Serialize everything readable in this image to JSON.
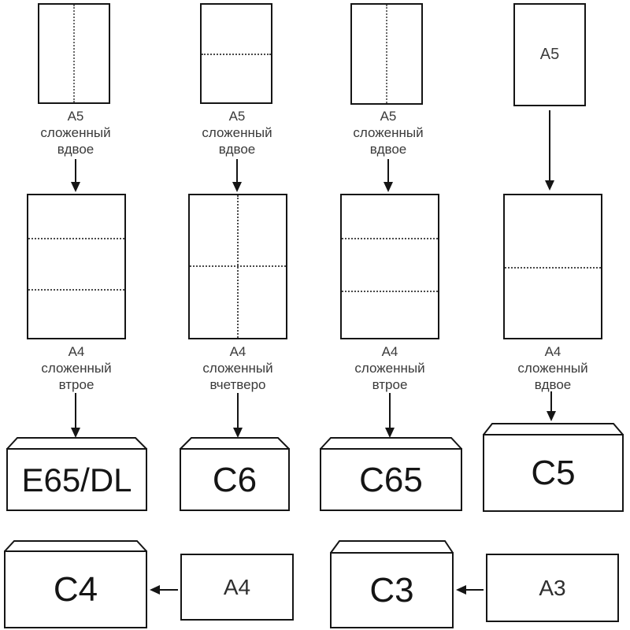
{
  "colors": {
    "highlight_pink": "#f8a2a2",
    "stroke": "#151515"
  },
  "columns": [
    {
      "top_caption": {
        "l1": "A5",
        "l2": "сложенный",
        "l3": "вдвое"
      },
      "mid_caption": {
        "l1": "A4",
        "l2": "сложенный",
        "l3": "втрое"
      },
      "envelope_label": "E65/DL"
    },
    {
      "top_caption": {
        "l1": "A5",
        "l2": "сложенный",
        "l3": "вдвое"
      },
      "mid_caption": {
        "l1": "A4",
        "l2": "сложенный",
        "l3": "вчетверо"
      },
      "envelope_label": "C6"
    },
    {
      "top_caption": {
        "l1": "A5",
        "l2": "сложенный",
        "l3": "вдвое"
      },
      "mid_caption": {
        "l1": "A4",
        "l2": "сложенный",
        "l3": "втрое"
      },
      "envelope_label": "C65"
    },
    {
      "sheet_inner_label": "A5",
      "mid_caption": {
        "l1": "A4",
        "l2": "сложенный",
        "l3": "вдвое"
      },
      "envelope_label": "C5"
    }
  ],
  "bottom_row": {
    "c4_envelope_label": "C4",
    "a4_sheet_label": "A4",
    "c3_envelope_label": "C3",
    "a3_sheet_label": "A3"
  }
}
